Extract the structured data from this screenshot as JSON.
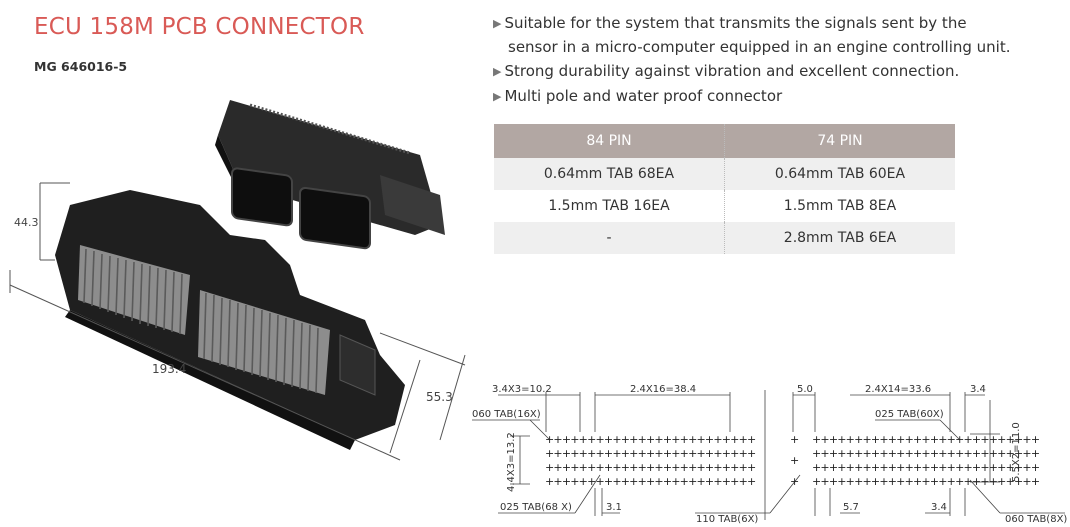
{
  "header": {
    "title": "ECU 158M PCB CONNECTOR",
    "part_number": "MG 646016-5"
  },
  "features": [
    "Suitable for the system that transmits the signals sent by the",
    "sensor in a micro-computer equipped in an engine controlling unit.",
    "Strong durability against vibration and excellent connection.",
    "Multi pole and water proof connector"
  ],
  "spec_table": {
    "headers": [
      "84 PIN",
      "74 PIN"
    ],
    "rows": [
      [
        "0.64mm TAB 68EA",
        "0.64mm TAB 60EA"
      ],
      [
        "1.5mm TAB 16EA",
        "1.5mm TAB 8EA"
      ],
      [
        "-",
        "2.8mm TAB 6EA"
      ]
    ]
  },
  "photo_dimensions": {
    "height": "44.3",
    "length": "193.4",
    "depth": "55.3"
  },
  "diagram_left": {
    "top_left_dim": "3.4X3=10.2",
    "top_right_dim": "2.4X16=38.4",
    "tab_top": "060 TAB(16X)",
    "side_dim": "4.4X3=13.2",
    "tab_bottom": "025 TAB(68 X)",
    "bottom_dim": "3.1"
  },
  "diagram_right": {
    "top_left_dim": "5.0",
    "top_mid_dim": "2.4X14=33.6",
    "top_right_dim": "3.4",
    "tab_top": "025 TAB(60X)",
    "side_dim_a": "5.5X2=11.0",
    "tab_110": "110 TAB(6X)",
    "bottom_dim_a": "5.7",
    "bottom_dim_b": "3.4",
    "tab_bottom": "060 TAB(8X)"
  },
  "colors": {
    "title": "#d95a56",
    "table_header": "#b2a7a3",
    "table_stripe": "#efefef"
  }
}
